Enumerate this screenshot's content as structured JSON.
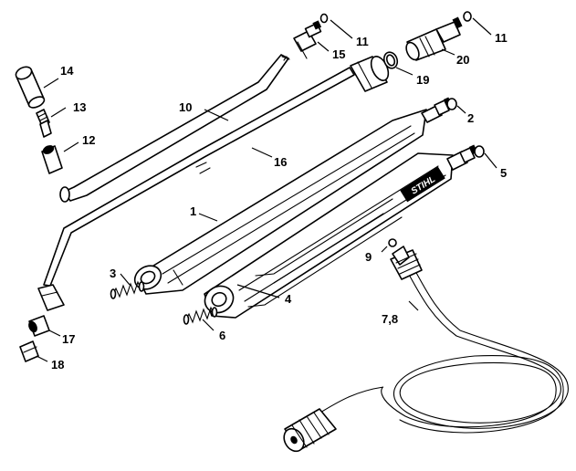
{
  "callouts": [
    {
      "id": "1",
      "label": "1"
    },
    {
      "id": "2",
      "label": "2"
    },
    {
      "id": "3",
      "label": "3"
    },
    {
      "id": "4",
      "label": "4"
    },
    {
      "id": "5",
      "label": "5"
    },
    {
      "id": "6",
      "label": "6"
    },
    {
      "id": "7-8",
      "label": "7,8"
    },
    {
      "id": "9",
      "label": "9"
    },
    {
      "id": "10",
      "label": "10"
    },
    {
      "id": "11a",
      "label": "11"
    },
    {
      "id": "11b",
      "label": "11"
    },
    {
      "id": "12",
      "label": "12"
    },
    {
      "id": "13",
      "label": "13"
    },
    {
      "id": "14",
      "label": "14"
    },
    {
      "id": "15",
      "label": "15"
    },
    {
      "id": "16",
      "label": "16"
    },
    {
      "id": "17",
      "label": "17"
    },
    {
      "id": "18",
      "label": "18"
    },
    {
      "id": "19",
      "label": "19"
    },
    {
      "id": "20",
      "label": "20"
    }
  ],
  "brand_text": "STIHL",
  "colors": {
    "line": "#000000",
    "background": "#ffffff"
  }
}
